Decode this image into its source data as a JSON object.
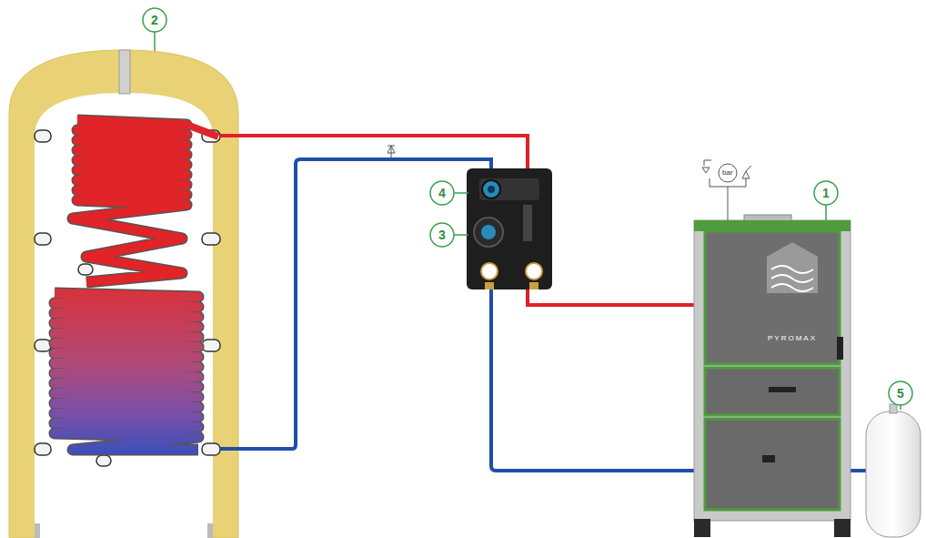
{
  "diagram": {
    "labels": [
      "2",
      "4",
      "3",
      "1",
      "bar",
      "PYROMAX",
      "5"
    ]
  }
}
